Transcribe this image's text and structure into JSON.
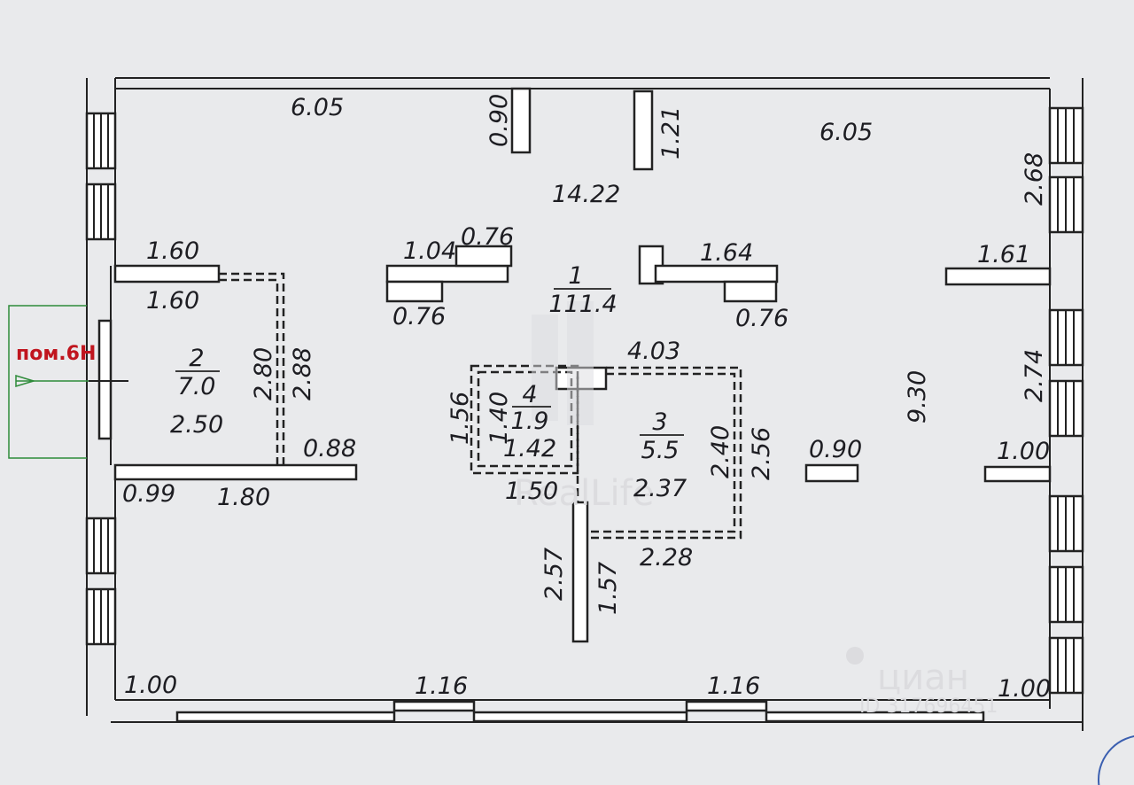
{
  "neighbor_label": "пом.6Н",
  "rooms": [
    {
      "id": "room-1",
      "number": "1",
      "area": "111.4"
    },
    {
      "id": "room-2",
      "number": "2",
      "area": "7.0"
    },
    {
      "id": "room-3",
      "number": "3",
      "area": "5.5"
    },
    {
      "id": "room-4",
      "number": "4",
      "area": "1.9"
    }
  ],
  "dimensions": {
    "top_left_6_05": "6.05",
    "top_right_6_05": "6.05",
    "top_0_90": "0.90",
    "top_1_21": "1.21",
    "d_14_22": "14.22",
    "d_2_68": "2.68",
    "d_1_60_a": "1.60",
    "d_1_60_b": "1.60",
    "d_1_04": "1.04",
    "d_0_76_a": "0.76",
    "d_0_76_b": "0.76",
    "d_1_64": "1.64",
    "d_0_76_c": "0.76",
    "d_1_61": "1.61",
    "d_2_80": "2.80",
    "d_2_88": "2.88",
    "d_2_50": "2.50",
    "d_0_88": "0.88",
    "d_0_99": "0.99",
    "d_1_80": "1.80",
    "d_4_03": "4.03",
    "d_1_56": "1.56",
    "d_1_40": "1.40",
    "d_1_42": "1.42",
    "d_1_50": "1.50",
    "d_2_40": "2.40",
    "d_2_56": "2.56",
    "d_2_37": "2.37",
    "d_2_28": "2.28",
    "d_2_57": "2.57",
    "d_1_57": "1.57",
    "d_0_90_mid": "0.90",
    "d_9_30": "9.30",
    "d_2_74": "2.74",
    "d_1_00_right": "1.00",
    "d_1_00_bl": "1.00",
    "d_1_16_a": "1.16",
    "d_1_16_b": "1.16",
    "d_1_00_br": "1.00"
  },
  "watermarks": {
    "realife": "RealLife",
    "cian": "циан",
    "cian_id": "ID 317696451"
  },
  "colors": {
    "background": "#e9eaec",
    "wall_outline": "#222222",
    "neighbor_arrow": "#2e8b3a",
    "neighbor_label": "#c0151e"
  }
}
